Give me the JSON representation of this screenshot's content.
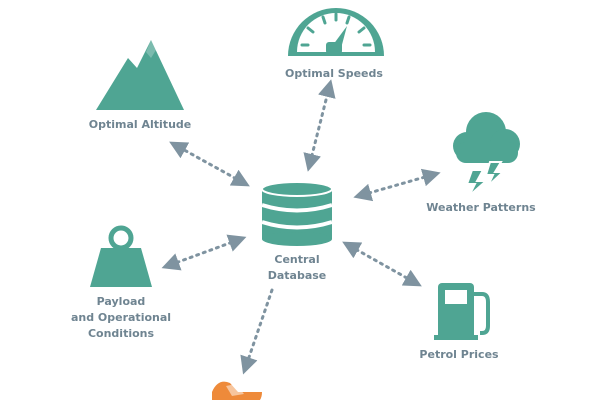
{
  "colors": {
    "icon": "#4fa593",
    "line": "#7f93a0",
    "label": "#6f8491",
    "accent": "#ee8a3a"
  },
  "nodes": {
    "speeds": {
      "label": "Optimal Speeds",
      "icon": "speedometer-icon"
    },
    "altitude": {
      "label": "Optimal Altitude",
      "icon": "mountain-icon"
    },
    "weather": {
      "label": "Weather Patterns",
      "icon": "storm-cloud-icon"
    },
    "database": {
      "label_lines": [
        "Central",
        "Database"
      ],
      "icon": "database-icon"
    },
    "payload": {
      "label_lines": [
        "Payload",
        "and Operational",
        "Conditions"
      ],
      "icon": "weight-icon"
    },
    "petrol": {
      "label": "Petrol Prices",
      "icon": "fuel-pump-icon"
    },
    "plane": {
      "icon": "airplane-icon"
    }
  }
}
